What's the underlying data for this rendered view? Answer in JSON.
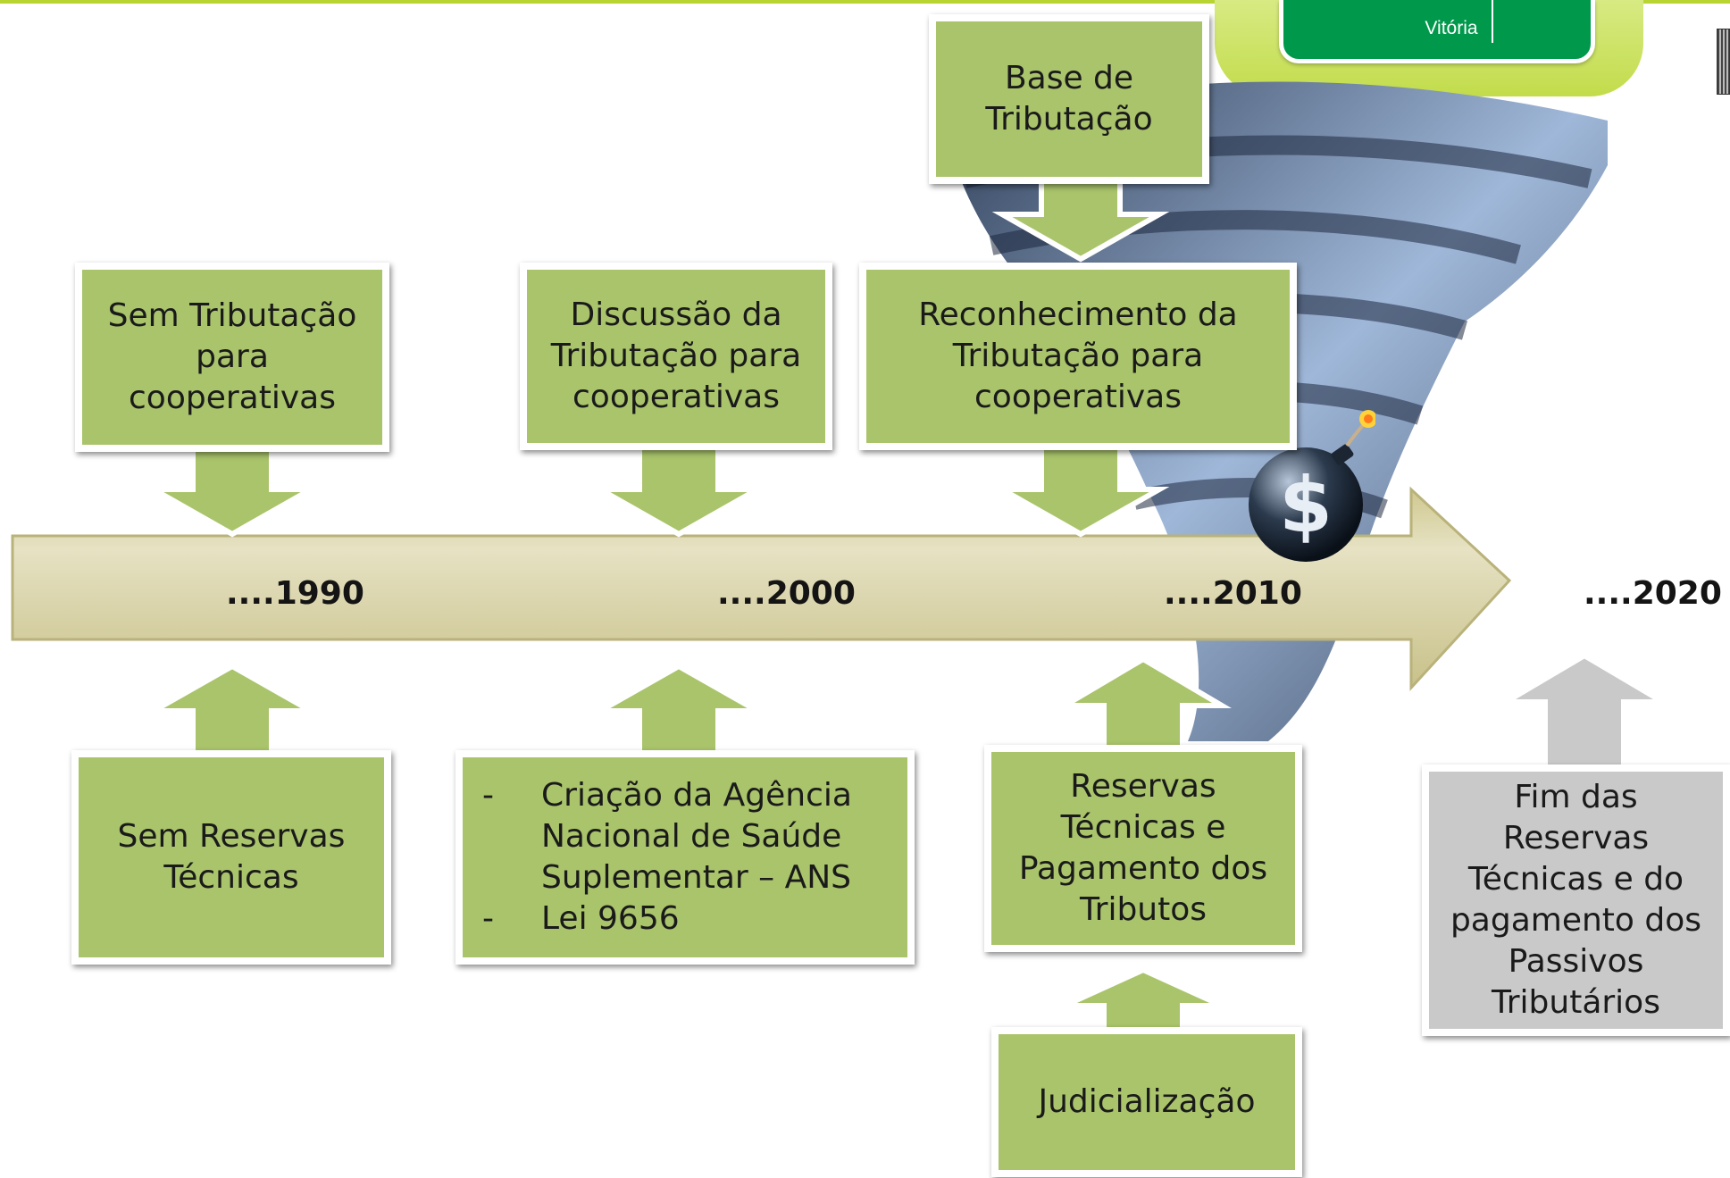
{
  "header": {
    "city": "Vitória"
  },
  "timeline": {
    "years": [
      "....1990",
      "....2000",
      "....2010",
      "....2020"
    ]
  },
  "above": [
    {
      "lines": [
        "Sem Tributação",
        "para",
        "cooperativas"
      ]
    },
    {
      "lines": [
        "Discussão da",
        "Tributação para",
        "cooperativas"
      ]
    },
    {
      "lines": [
        "Reconhecimento da",
        "Tributação para",
        "cooperativas"
      ]
    }
  ],
  "top_box": {
    "lines": [
      "Base de",
      "Tributação"
    ]
  },
  "below": [
    {
      "lines": [
        "Sem Reservas",
        "Técnicas"
      ]
    },
    {
      "items": [
        "Criação da Agência",
        "Nacional de Saúde",
        "Suplementar – ANS",
        "Lei 9656"
      ]
    },
    {
      "lines": [
        "Reservas",
        "Técnicas e",
        "Pagamento dos",
        "Tributos"
      ]
    },
    {
      "lines": [
        "Fim das Reservas",
        "Técnicas e do",
        "pagamento dos",
        "Passivos",
        "Tributários"
      ]
    }
  ],
  "bottom_box": {
    "lines": [
      "Judicialização"
    ]
  },
  "colors": {
    "box_green": "#a9c46b",
    "box_gray": "#c9c9c9",
    "timeline_arrow": "#d9d4a6",
    "brand_green": "#00994c",
    "accent_lime": "#b7d433"
  }
}
